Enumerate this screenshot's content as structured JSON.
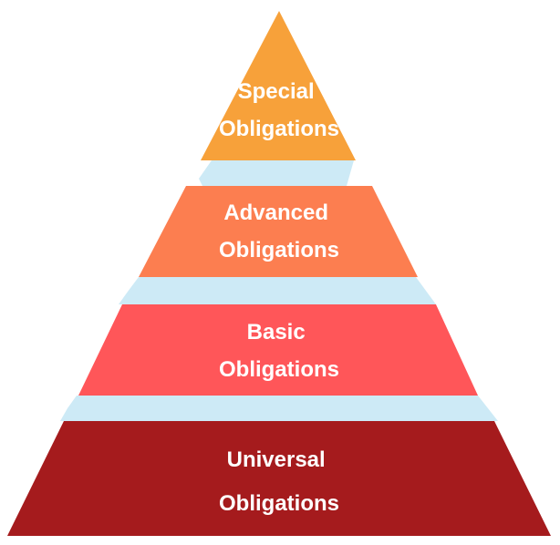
{
  "diagram": {
    "type": "pyramid",
    "tiers": [
      {
        "id": "special",
        "lines": [
          "Special",
          "Obligations"
        ],
        "color": "#F7A13A"
      },
      {
        "id": "advanced",
        "lines": [
          "Advanced",
          "Obligations"
        ],
        "color": "#FC7E50"
      },
      {
        "id": "basic",
        "lines": [
          "Basic",
          "Obligations"
        ],
        "color": "#FF5659"
      },
      {
        "id": "universal",
        "lines": [
          "Universal",
          "Obligations"
        ],
        "color": "#A51B1D"
      }
    ],
    "connector_color": "#CDEAF6"
  }
}
